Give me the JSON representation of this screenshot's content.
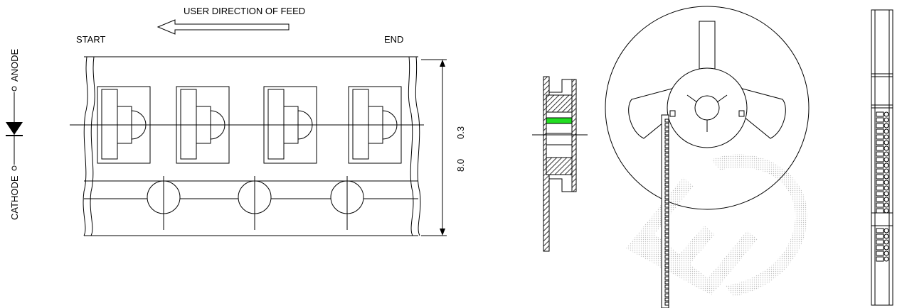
{
  "diode": {
    "anode_label": "ANODE",
    "cathode_label": "CATHODE"
  },
  "tape": {
    "feed_label": "USER DIRECTION OF FEED",
    "start_label": "START",
    "end_label": "END",
    "dim_width": "8.0",
    "dim_tol": "0.3",
    "pocket_count": 4,
    "sprocket_count": 3
  },
  "colors": {
    "line": "#000000",
    "hatch": "#333333",
    "stripe_green": "#22dd22",
    "watermark": "#c8c8c8"
  },
  "watermark": {
    "text": "ED"
  }
}
